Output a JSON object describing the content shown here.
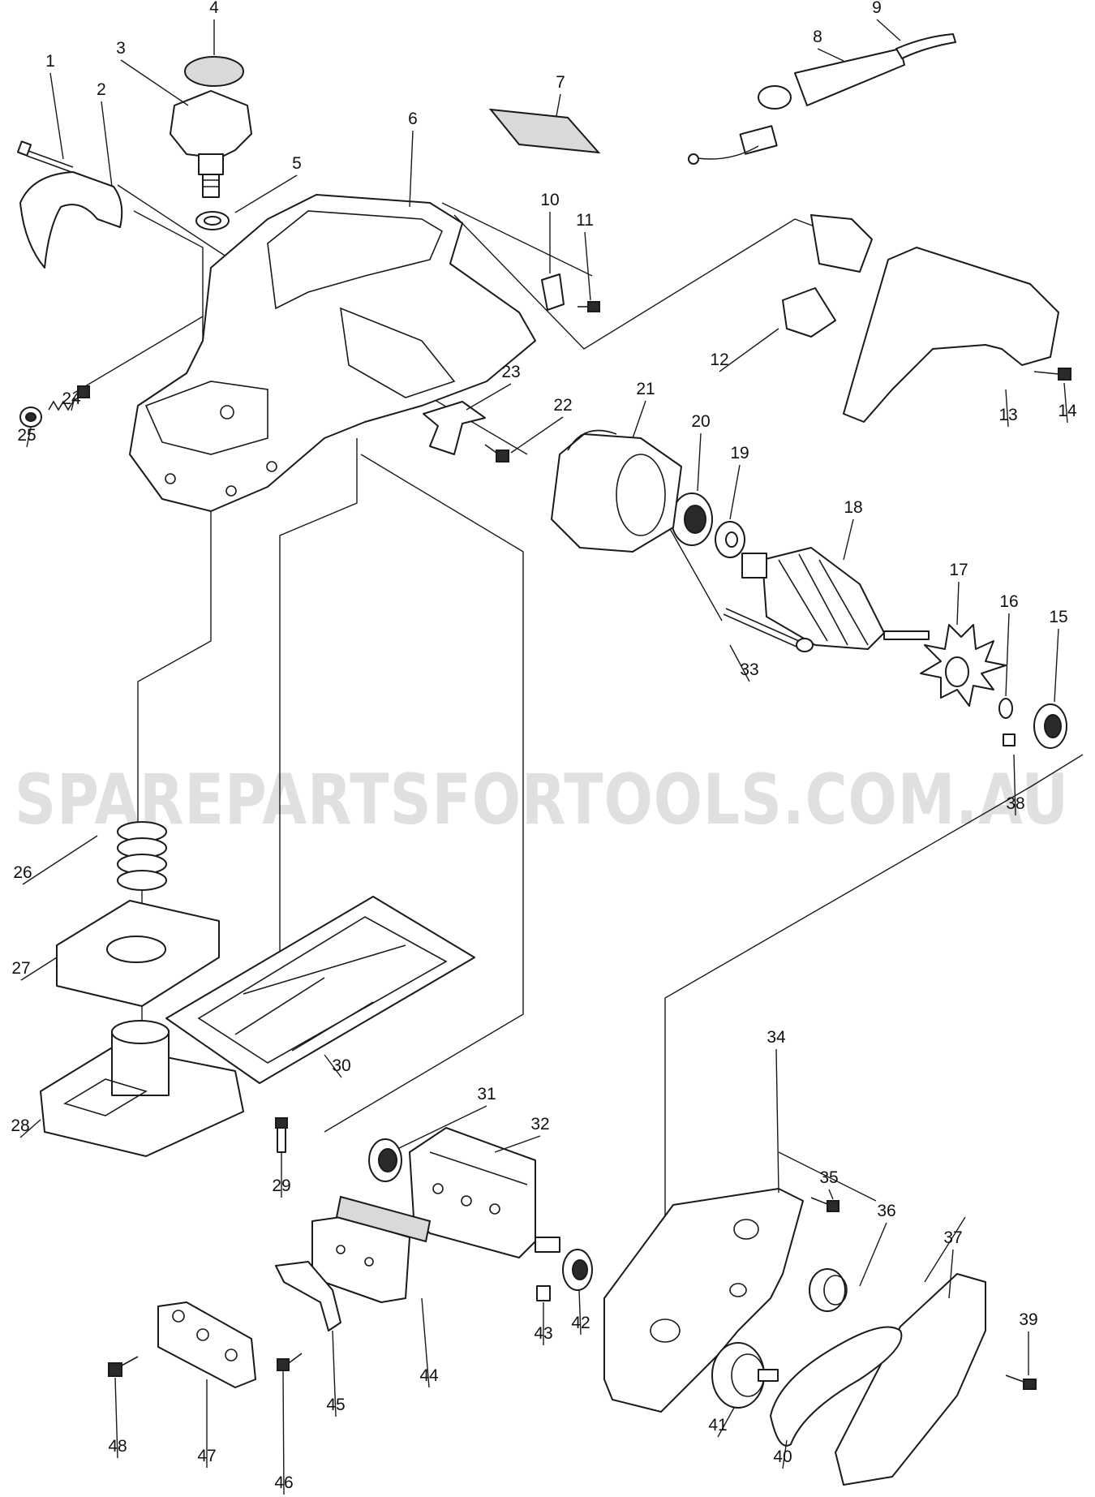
{
  "watermark": "SPAREPARTSFORTOOLS.COM.AU",
  "part_numbers": [
    "1",
    "2",
    "3",
    "4",
    "5",
    "6",
    "7",
    "8",
    "9",
    "10",
    "11",
    "12",
    "13",
    "14",
    "15",
    "16",
    "17",
    "18",
    "19",
    "20",
    "21",
    "22",
    "23",
    "24",
    "25",
    "26",
    "27",
    "28",
    "29",
    "30",
    "31",
    "32",
    "33",
    "34",
    "35",
    "36",
    "37",
    "38",
    "39",
    "40",
    "41",
    "42",
    "43",
    "44",
    "45",
    "46",
    "47",
    "48"
  ]
}
